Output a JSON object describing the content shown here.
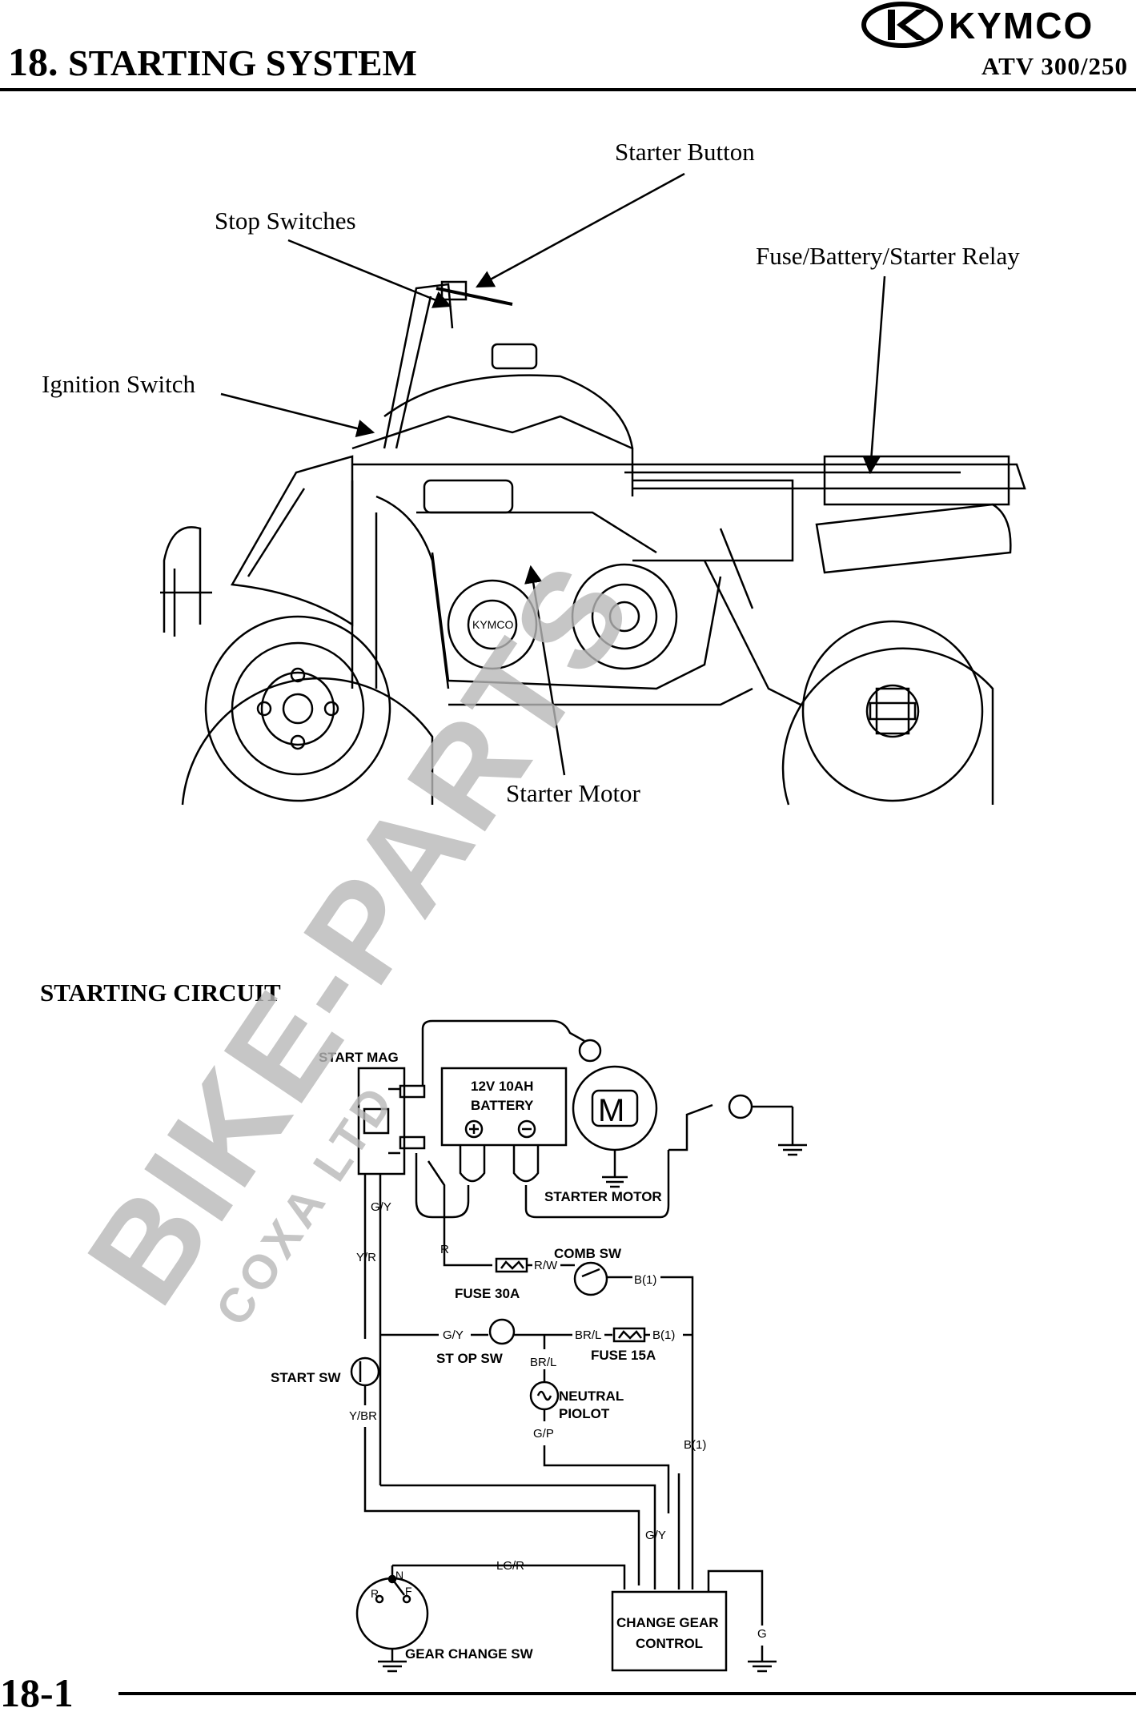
{
  "header": {
    "chapter_number": "18.",
    "chapter_title": "STARTING SYSTEM",
    "brand": "KYMCO",
    "model": "ATV 300/250"
  },
  "illustration": {
    "callouts": {
      "starter_button": "Starter Button",
      "stop_switches": "Stop Switches",
      "fuse_battery_relay": "Fuse/Battery/Starter Relay",
      "ignition_switch": "Ignition Switch",
      "starter_motor": "Starter Motor"
    },
    "engine_badge": "KYMCO"
  },
  "circuit": {
    "section_title": "STARTING CIRCUIT",
    "components": {
      "start_mag": "START MAG",
      "battery_line1": "12V 10AH",
      "battery_line2": "BATTERY",
      "motor_symbol": "M",
      "starter_motor": "STARTER MOTOR",
      "comb_sw": "COMB SW",
      "fuse_30a": "FUSE 30A",
      "st_op_sw": "ST OP SW",
      "fuse_15a": "FUSE 15A",
      "start_sw": "START SW",
      "neutral_line1": "NEUTRAL",
      "neutral_line2": "PIOLOT",
      "gear_change_sw": "GEAR CHANGE SW",
      "change_gear_line1": "CHANGE GEAR",
      "change_gear_line2": "CONTROL",
      "gear_r": "R",
      "gear_n": "N",
      "gear_f": "F"
    },
    "wires": {
      "g_y_top": "G/Y",
      "y_r": "Y/R",
      "r": "R",
      "r_w": "R/W",
      "b1_top": "B(1)",
      "g_y_mid": "G/Y",
      "br_l_h": "BR/L",
      "b1_mid": "B(1)",
      "br_l_v": "BR/L",
      "y_br": "Y/BR",
      "g_p": "G/P",
      "b1_v": "B(1)",
      "g_y_low": "G/Y",
      "lg_r": "LG/R",
      "g": "G"
    }
  },
  "watermark": {
    "main": "BIKE-PARTS",
    "sub": "COXA LTD"
  },
  "footer": {
    "page_number": "18-1"
  }
}
